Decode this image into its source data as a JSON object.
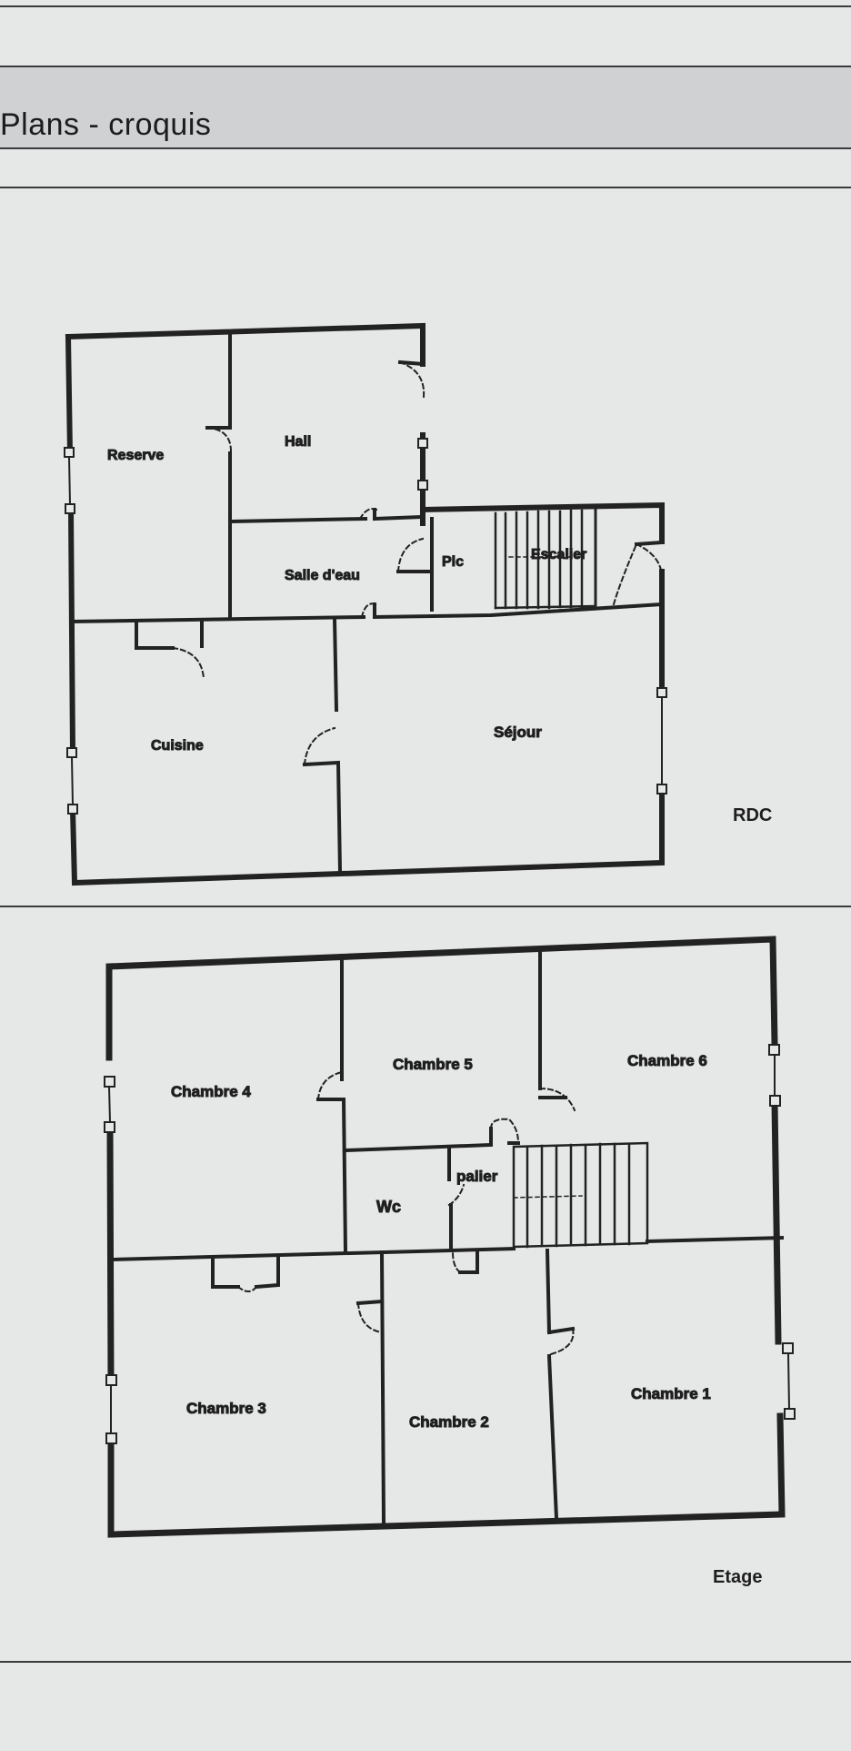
{
  "header": {
    "title": "Plans - croquis"
  },
  "ground_floor": {
    "label": "RDC",
    "rooms": {
      "reserve": "Reserve",
      "hall": "Hall",
      "salle_deau": "Salle d'eau",
      "plc": "Plc",
      "escalier": "Escalier",
      "cuisine": "Cuisine",
      "sejour": "Séjour"
    }
  },
  "upper_floor": {
    "label": "Etage",
    "rooms": {
      "chambre4": "Chambre 4",
      "chambre5": "Chambre 5",
      "chambre6": "Chambre 6",
      "wc": "Wc",
      "palier": "palier",
      "chambre3": "Chambre 3",
      "chambre2": "Chambre 2",
      "chambre1": "Chambre 1"
    }
  }
}
